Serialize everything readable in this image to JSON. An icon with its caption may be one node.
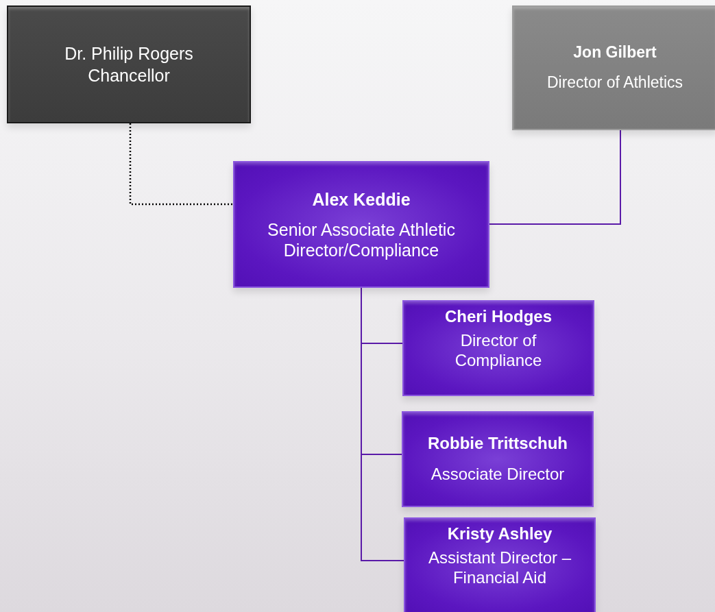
{
  "diagram": {
    "nodes": [
      {
        "text": [
          "Dr. Philip Rogers",
          "Chancellor"
        ]
      },
      {
        "text": [
          "Jon Gilbert",
          "Director of Athletics"
        ]
      },
      {
        "text": [
          "Alex Keddie",
          "Senior Associate Athletic Director/Compliance"
        ]
      },
      {
        "text": [
          "Cheri Hodges",
          "Director of Compliance"
        ]
      },
      {
        "text": [
          "Robbie Trittschuh",
          "Associate Director"
        ]
      },
      {
        "text": [
          "Kristy Ashley",
          "Assistant Director – Financial Aid"
        ]
      }
    ],
    "edges": [
      {
        "from": 0,
        "to": 2,
        "arrow": "none",
        "style": "dashed",
        "color": "#000000"
      },
      {
        "from": 1,
        "to": 2,
        "arrow": "none"
      },
      {
        "from": 2,
        "to": 3,
        "arrow": "none"
      },
      {
        "from": 2,
        "to": 4,
        "arrow": "none"
      },
      {
        "from": 2,
        "to": 5,
        "arrow": "none"
      }
    ]
  }
}
